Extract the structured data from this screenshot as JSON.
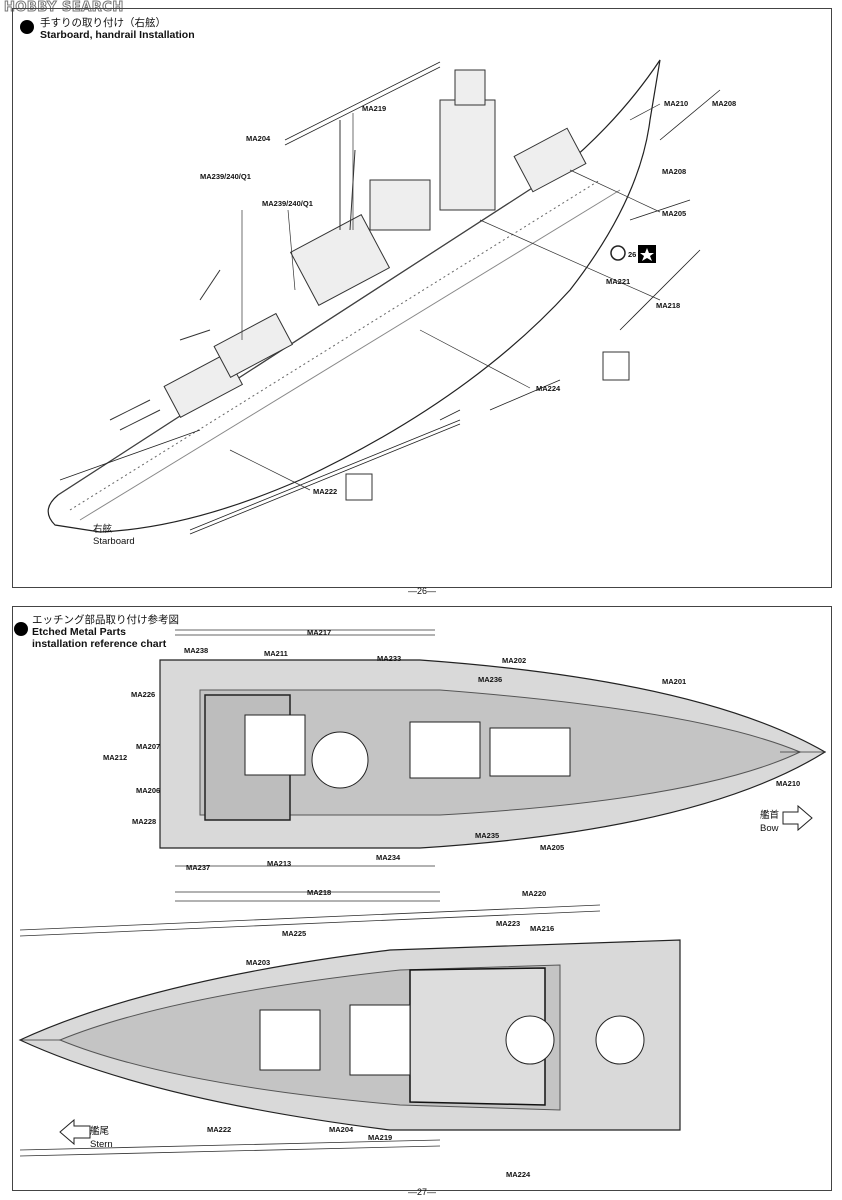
{
  "watermark": "HOBBY SEARCH",
  "page1": {
    "title_jp": "手すりの取り付け（右舷）",
    "title_en": "Starboard, handrail Installation",
    "side_jp": "右舷",
    "side_en": "Starboard",
    "page_number": "—26—",
    "labels": [
      "MA219",
      "MA204",
      "MA239/240/Q1",
      "MA239/240/Q1",
      "MA210",
      "MA208",
      "MA208",
      "MA205",
      "MA221",
      "MA218",
      "MA224",
      "MA222"
    ],
    "part_number": "26"
  },
  "page2": {
    "title_jp": "エッチング部品取り付け参考図",
    "title_en": "Etched Metal Parts installation reference chart",
    "bow_jp": "艦首",
    "bow_en": "Bow",
    "stern_jp": "艦尾",
    "stern_en": "Stern",
    "page_number": "—27—",
    "labels_top": [
      "MA217",
      "MA238",
      "MA211",
      "MA233",
      "MA202",
      "MA236",
      "MA201",
      "MA226",
      "MA207",
      "MA212",
      "MA206",
      "MA228",
      "MA235",
      "MA205",
      "MA210",
      "MA237",
      "MA213",
      "MA234",
      "MA218"
    ],
    "labels_bottom": [
      "MA220",
      "MA223",
      "MA216",
      "MA225",
      "MA203",
      "MA222",
      "MA204",
      "MA219",
      "MA224"
    ]
  }
}
